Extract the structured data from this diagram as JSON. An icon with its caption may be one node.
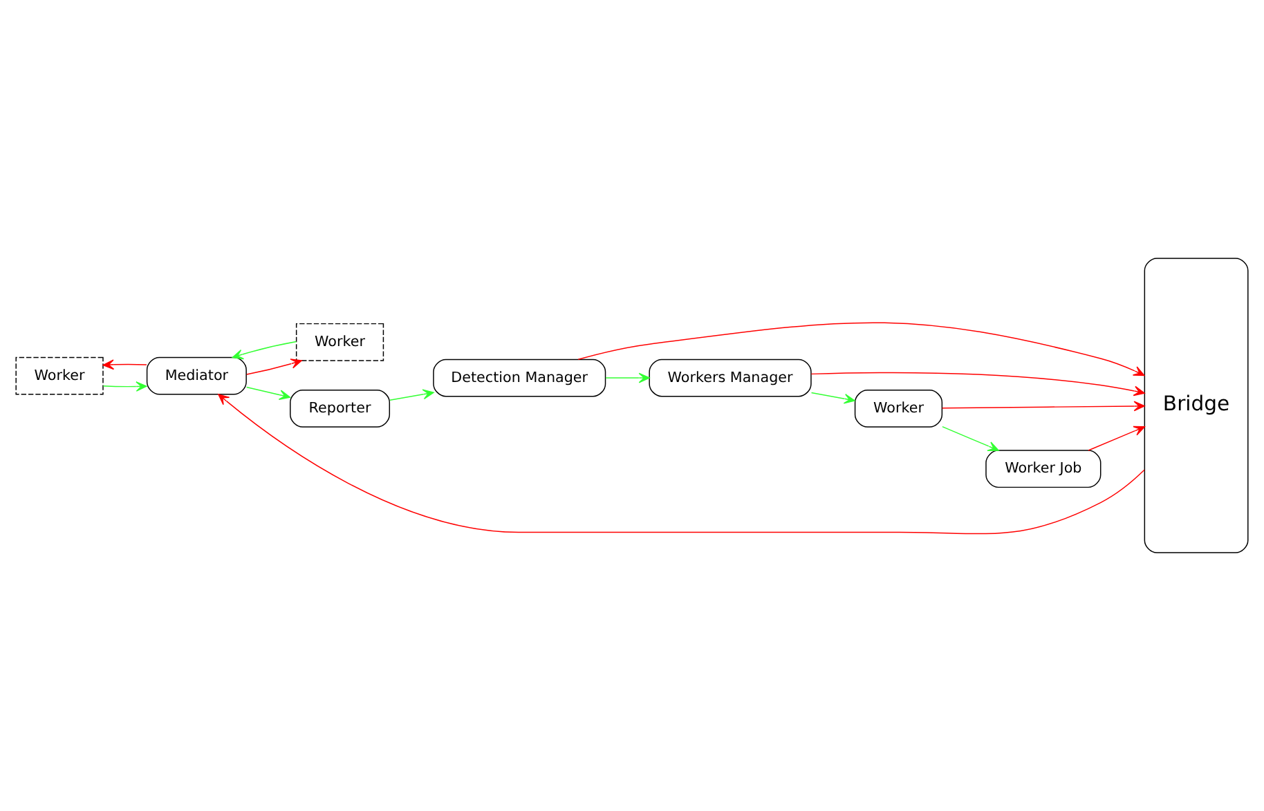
{
  "diagram": {
    "nodes": [
      {
        "text": [
          "Worker"
        ]
      },
      {
        "text": [
          "Worker"
        ]
      },
      {
        "text": [
          "Mediator"
        ]
      },
      {
        "text": [
          "Reporter"
        ]
      },
      {
        "text": [
          "Bridge"
        ]
      },
      {
        "text": [
          "Detection Manager"
        ]
      },
      {
        "text": [
          "Workers Manager"
        ]
      },
      {
        "text": [
          "Worker"
        ]
      },
      {
        "text": [
          "Worker Job"
        ]
      }
    ],
    "edges": [
      {
        "from": 2,
        "to": 0,
        "arrow": "to",
        "color": "#ff0000"
      },
      {
        "from": 0,
        "to": 2,
        "arrow": "to",
        "color": "#33ff33"
      },
      {
        "from": 2,
        "to": 1,
        "arrow": "to",
        "color": "#ff0000"
      },
      {
        "from": 1,
        "to": 2,
        "arrow": "to",
        "color": "#33ff33"
      },
      {
        "from": 2,
        "to": 3,
        "arrow": "to",
        "color": "#33ff33"
      },
      {
        "from": 3,
        "to": 5,
        "arrow": "to",
        "color": "#33ff33"
      },
      {
        "from": 5,
        "to": 6,
        "arrow": "to",
        "color": "#33ff33"
      },
      {
        "from": 6,
        "to": 7,
        "arrow": "to",
        "color": "#33ff33"
      },
      {
        "from": 7,
        "to": 8,
        "arrow": "to",
        "color": "#33ff33"
      },
      {
        "from": 5,
        "to": 4,
        "arrow": "to",
        "color": "#ff0000"
      },
      {
        "from": 6,
        "to": 4,
        "arrow": "to",
        "color": "#ff0000"
      },
      {
        "from": 7,
        "to": 4,
        "arrow": "to",
        "color": "#ff0000"
      },
      {
        "from": 8,
        "to": 4,
        "arrow": "to",
        "color": "#ff0000"
      },
      {
        "from": 4,
        "to": 2,
        "arrow": "to",
        "color": "#ff0000"
      }
    ]
  }
}
